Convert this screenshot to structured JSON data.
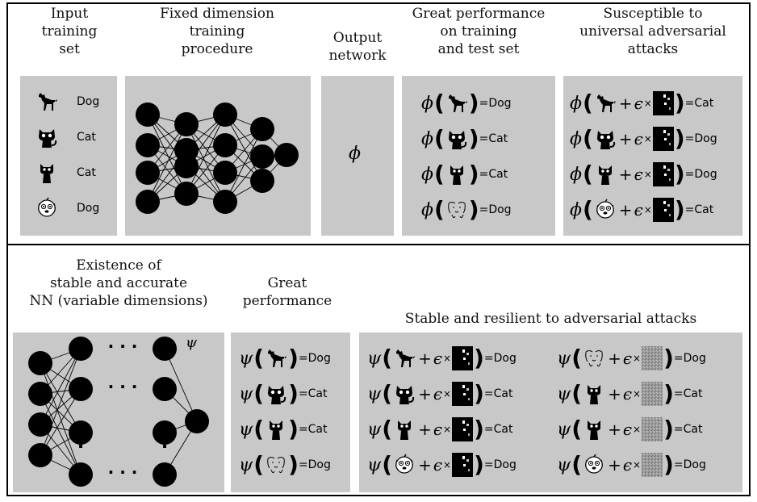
{
  "top_headers": [
    "Input\ntraining\nset",
    "Fixed dimension\ntraining\nprocedure",
    "Output\nnetwork",
    "Great performance\non training\nand test set",
    "Susceptible to\nuniversal adversarial\nattacks"
  ],
  "bottom_headers": [
    "Existence of\nstable and accurate\nNN (variable dimensions)",
    "Great\nperformance",
    "Stable and resilient to adversarial attacks"
  ],
  "symbols": {
    "phi": "ϕ",
    "psi": "ψ",
    "epsilon": "ϵ",
    "times": "×",
    "plus": "+",
    "equals": "=",
    "dots_h": "· · ·",
    "dots_v": "⋮"
  },
  "training_set": [
    {
      "icon": "dog-icon",
      "label": "Dog"
    },
    {
      "icon": "cat-icon",
      "label": "Cat"
    },
    {
      "icon": "cat-icon",
      "label": "Cat"
    },
    {
      "icon": "dog-face-icon",
      "label": "Dog"
    }
  ],
  "phi_clean": [
    "Dog",
    "Cat",
    "Cat",
    "Dog"
  ],
  "phi_attacked": [
    "Cat",
    "Dog",
    "Dog",
    "Cat"
  ],
  "psi_clean": [
    "Dog",
    "Cat",
    "Cat",
    "Dog"
  ],
  "psi_attacked_universal": [
    "Dog",
    "Cat",
    "Cat",
    "Dog"
  ],
  "psi_attacked_noise": [
    "Dog",
    "Cat",
    "Cat",
    "Dog"
  ],
  "colors": {
    "panel": "#c8c8c8",
    "node": "#000000",
    "border": "#000000"
  }
}
